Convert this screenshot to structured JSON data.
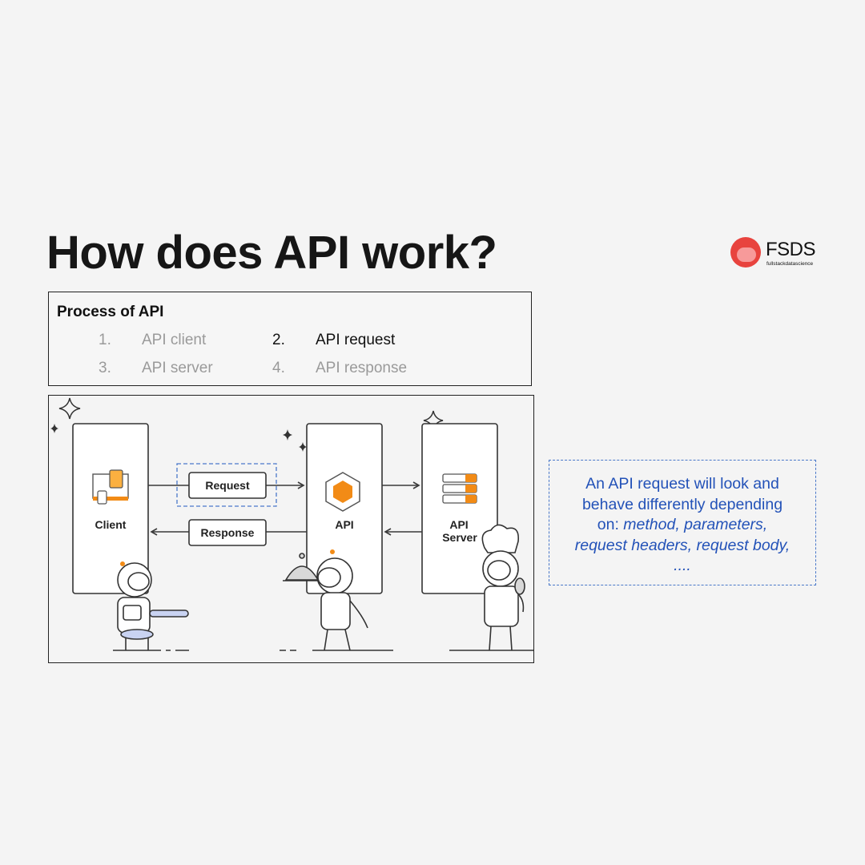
{
  "title": "How does API work?",
  "logo": {
    "word": "FSDS",
    "sub": "fullstackdatascience"
  },
  "process": {
    "heading": "Process of API",
    "steps": [
      {
        "num": "1.",
        "label": "API client",
        "active": false
      },
      {
        "num": "2.",
        "label": "API request",
        "active": true
      },
      {
        "num": "3.",
        "label": "API server",
        "active": false
      },
      {
        "num": "4.",
        "label": "API response",
        "active": false
      }
    ]
  },
  "diagram": {
    "client_label": "Client",
    "api_label": "API",
    "server_label_line1": "API",
    "server_label_line2": "Server",
    "request_label": "Request",
    "response_label": "Response",
    "colors": {
      "accent": "#f28b16",
      "accent_light": "#fbb040",
      "line": "#3a3a3a",
      "highlight": "#4a78c9"
    }
  },
  "note": {
    "line1": "An API request will look and",
    "line2": "behave differently depending",
    "line3_plain": "on: ",
    "line3_em": "method, parameters,",
    "line4_em": "request headers, request body,",
    "line5_em": "...."
  }
}
